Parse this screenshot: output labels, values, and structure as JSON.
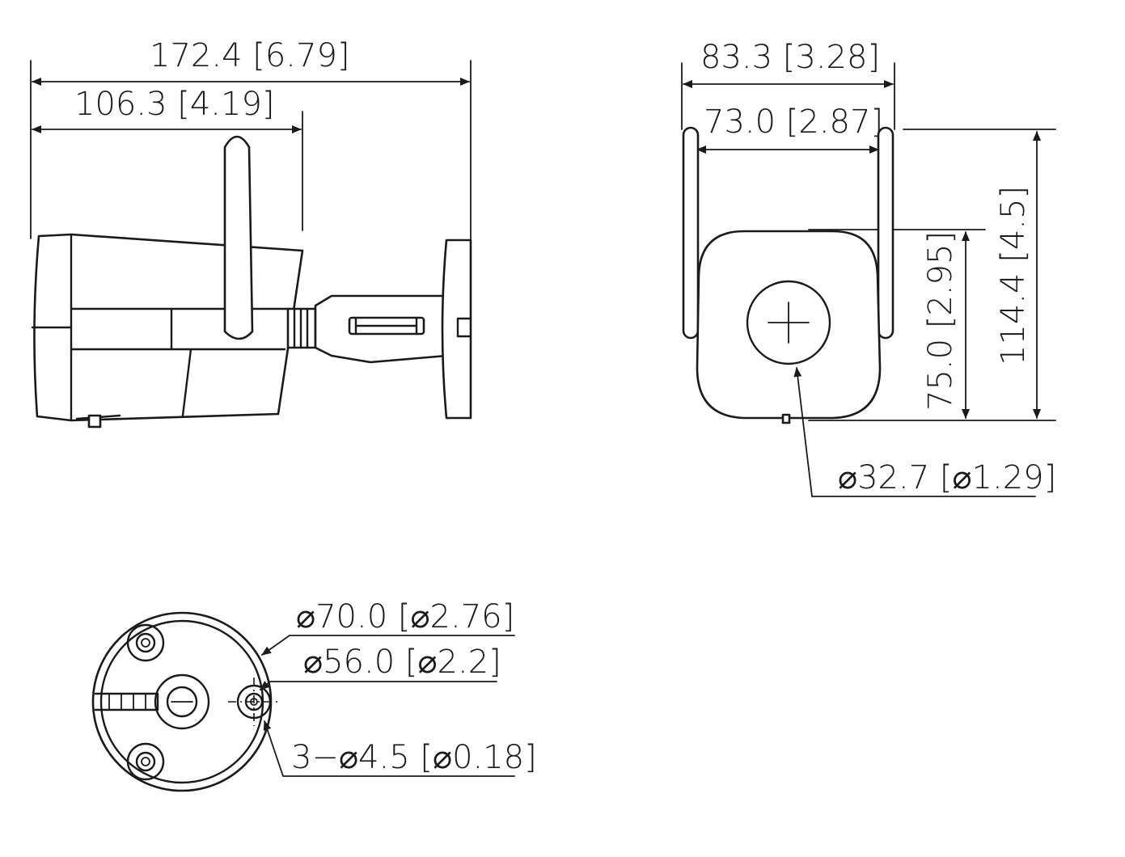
{
  "side_view": {
    "total_length": "172.4 [6.79]",
    "antenna_offset": "106.3 [4.19]"
  },
  "front_view": {
    "width_with_antennas": "83.3 [3.28]",
    "body_width": "73.0 [2.87]",
    "overall_height": "114.4 [4.5]",
    "center_height": "75.0 [2.95]",
    "lens_diameter": "⌀32.7 [⌀1.29]"
  },
  "base_view": {
    "base_diameter": "⌀70.0 [⌀2.76]",
    "hole_circle_diameter": "⌀56.0 [⌀2.2]",
    "mounting_holes": "3−⌀4.5 [⌀0.18]"
  },
  "colors": {
    "line": "#1a1a1a",
    "background": "#ffffff"
  }
}
